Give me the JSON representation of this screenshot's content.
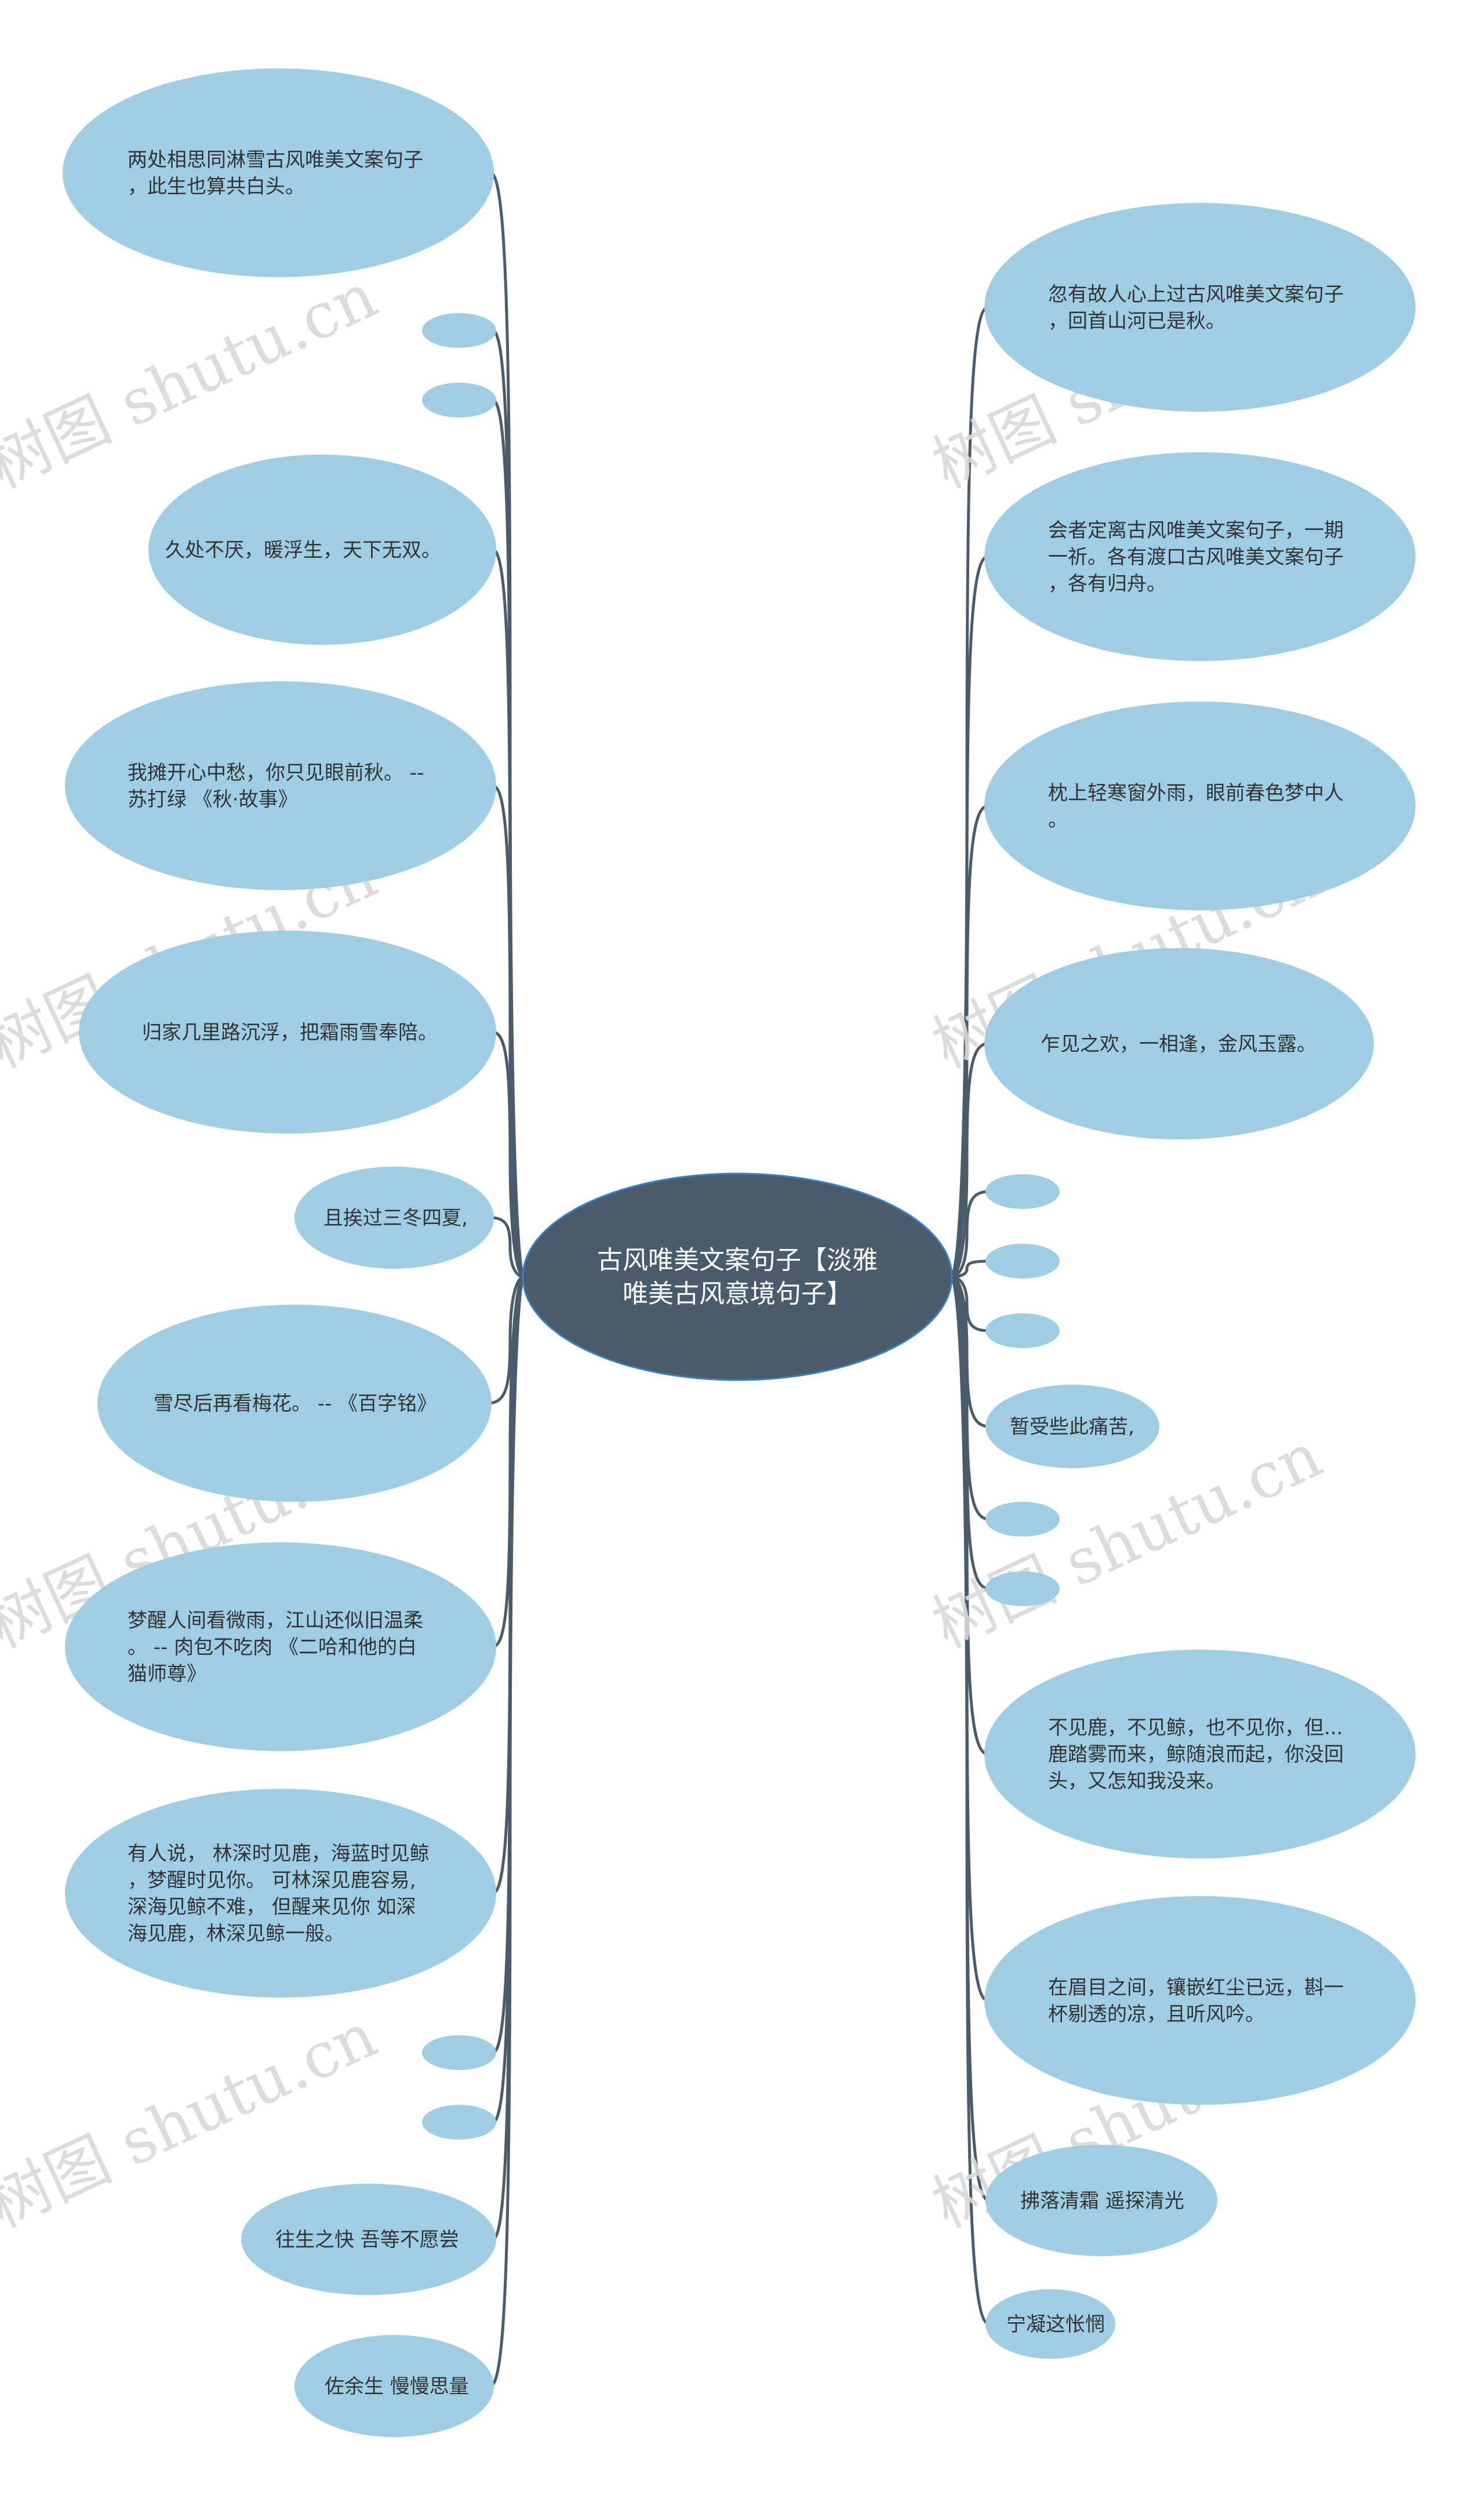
{
  "colors": {
    "node_fill": "#9fcde4",
    "root_fill": "#4a5c6c",
    "line": "#4a5c6c",
    "node_text": "#333333",
    "root_text": "#ffffff",
    "watermark": "#d9d9d9"
  },
  "watermark": "树图 shutu.cn",
  "root": {
    "lines": [
      "古风唯美文案句子【淡雅",
      "唯美古风意境句子】"
    ]
  },
  "left_nodes": [
    {
      "lines": [
        "两处相思同淋雪古风唯美文案句子",
        "，此生也算共白头。"
      ]
    },
    {
      "lines": []
    },
    {
      "lines": []
    },
    {
      "lines": [
        "久处不厌，暖浮生，天下无双。"
      ]
    },
    {
      "lines": [
        "我摊开心中愁，你只见眼前秋。 --",
        "苏打绿 《秋·故事》"
      ]
    },
    {
      "lines": [
        "归家几里路沉浮，把霜雨雪奉陪。"
      ]
    },
    {
      "lines": [
        "且挨过三冬四夏,"
      ]
    },
    {
      "lines": [
        "雪尽后再看梅花。 -- 《百字铭》"
      ]
    },
    {
      "lines": [
        "梦醒人间看微雨，江山还似旧温柔",
        "。 -- 肉包不吃肉 《二哈和他的白",
        "猫师尊》"
      ]
    },
    {
      "lines": [
        "有人说， 林深时见鹿，海蓝时见鲸",
        "，梦醒时见你。 可林深见鹿容易,",
        "深海见鲸不难， 但醒来见你 如深",
        "海见鹿，林深见鲸一般。"
      ]
    },
    {
      "lines": []
    },
    {
      "lines": []
    },
    {
      "lines": [
        "往生之快 吾等不愿尝"
      ]
    },
    {
      "lines": [
        "佐余生 慢慢思量"
      ]
    }
  ],
  "right_nodes": [
    {
      "lines": [
        "忽有故人心上过古风唯美文案句子",
        "，回首山河已是秋。"
      ]
    },
    {
      "lines": [
        "会者定离古风唯美文案句子，一期",
        "一祈。各有渡口古风唯美文案句子",
        "，各有归舟。"
      ]
    },
    {
      "lines": [
        "枕上轻寒窗外雨，眼前春色梦中人",
        "。"
      ]
    },
    {
      "lines": [
        "乍见之欢，一相逢，金风玉露。"
      ]
    },
    {
      "lines": []
    },
    {
      "lines": []
    },
    {
      "lines": []
    },
    {
      "lines": [
        "暂受些此痛苦,"
      ]
    },
    {
      "lines": []
    },
    {
      "lines": []
    },
    {
      "lines": [
        "不见鹿，不见鲸，也不见你，但...",
        "鹿踏雾而来，鲸随浪而起，你没回",
        "头，又怎知我没来。"
      ]
    },
    {
      "lines": [
        "在眉目之间，镶嵌红尘已远，斟一",
        "杯剔透的凉，且听风吟。"
      ]
    },
    {
      "lines": [
        "拂落清霜 遥探清光"
      ]
    },
    {
      "lines": [
        "宁凝这怅惘"
      ]
    }
  ]
}
